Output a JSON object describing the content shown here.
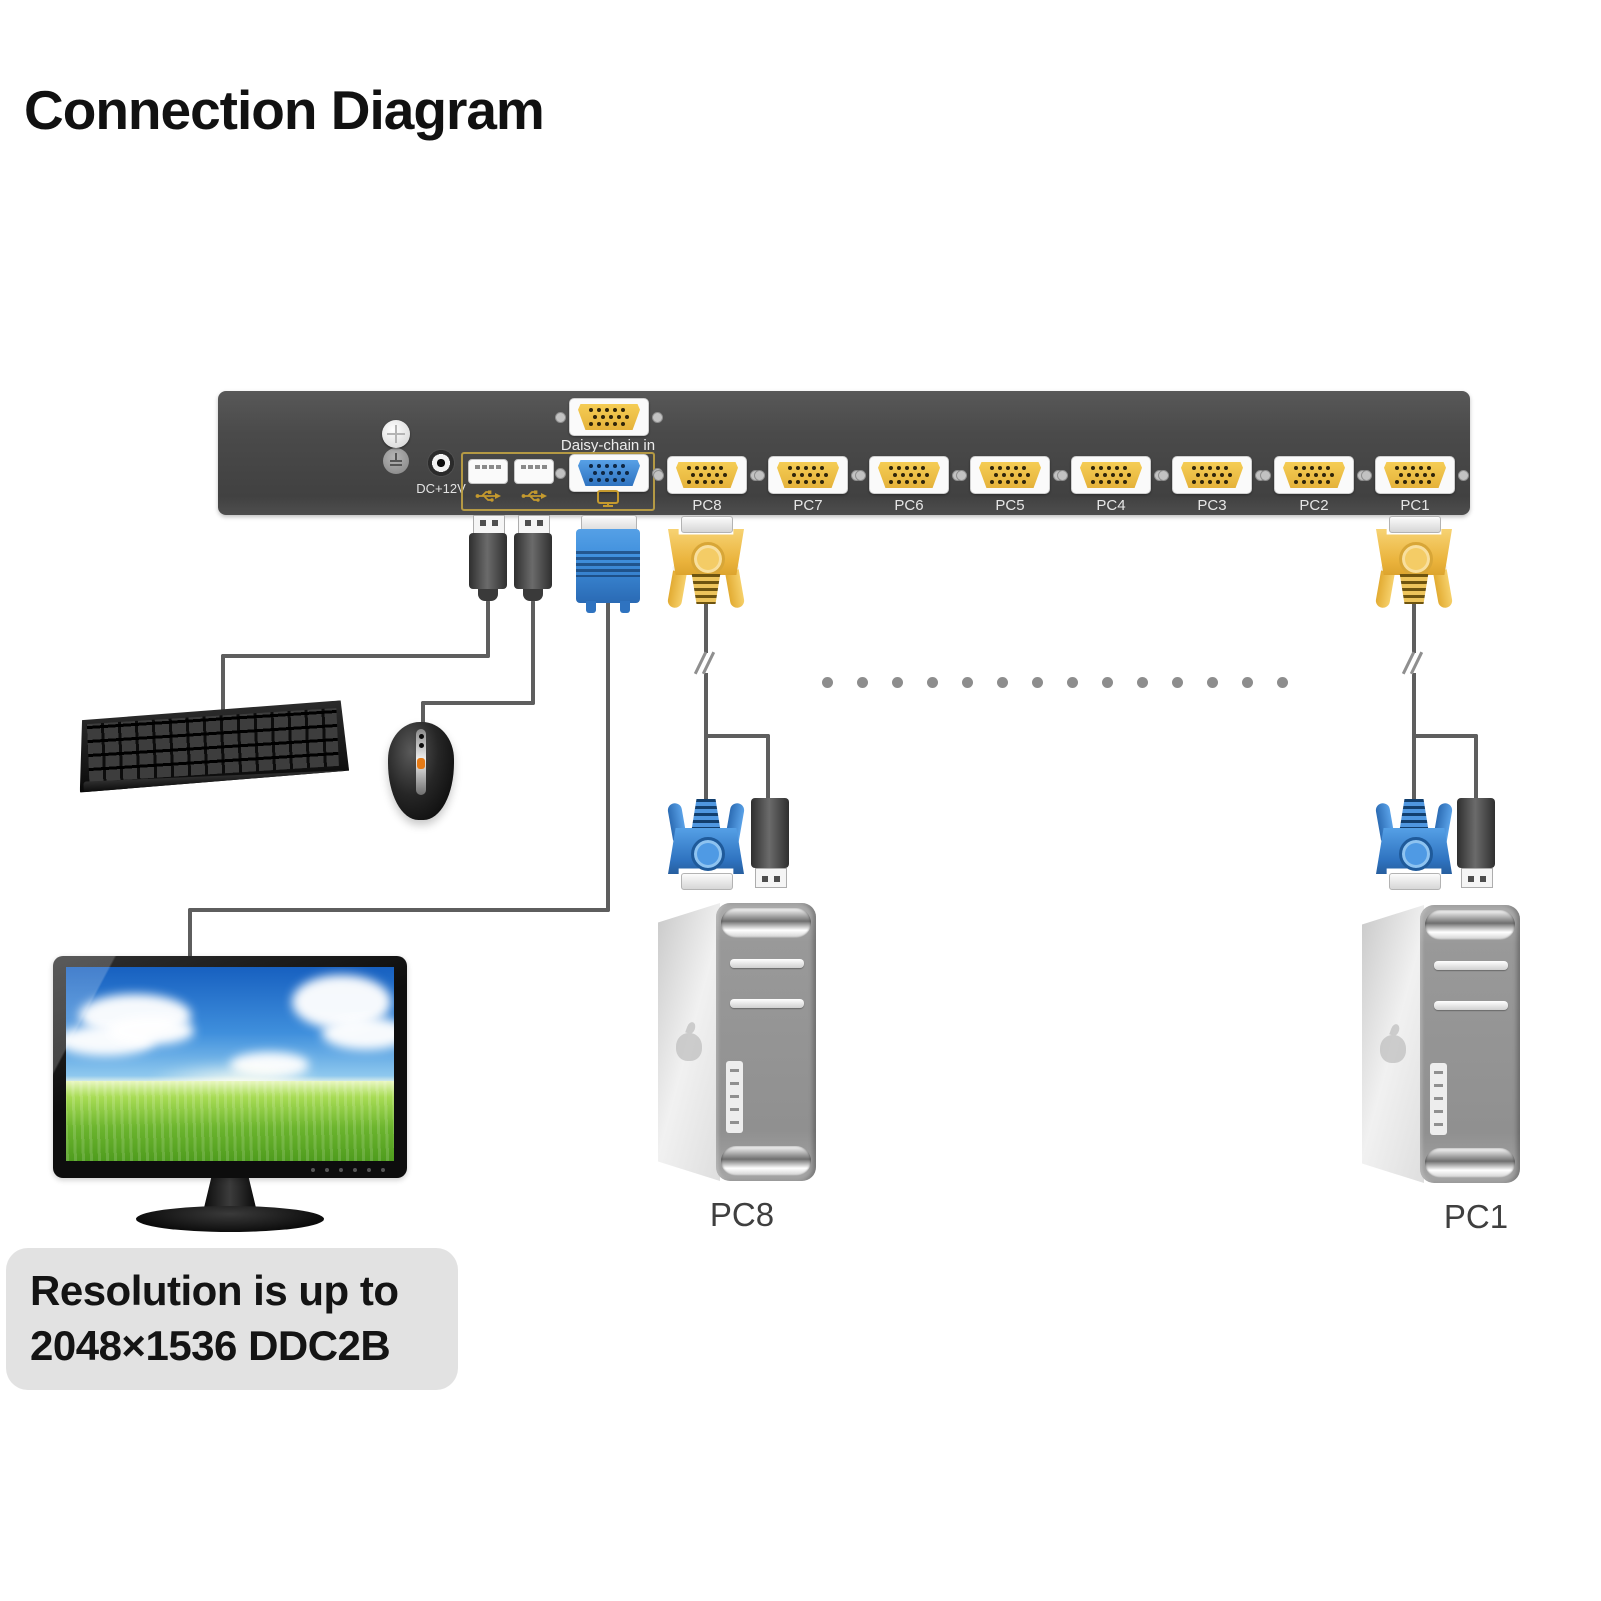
{
  "page": {
    "title": "Connection Diagram"
  },
  "kvm": {
    "dc_label": "DC+12V",
    "daisy_chain_label": "Daisy-chain in",
    "pc_ports": [
      "PC8",
      "PC7",
      "PC6",
      "PC5",
      "PC4",
      "PC3",
      "PC2",
      "PC1"
    ],
    "console_usb_port_count": 2,
    "icons": [
      "usb-icon",
      "monitor-icon",
      "ground-icon",
      "power-jack"
    ]
  },
  "computers": {
    "left_label": "PC8",
    "right_label": "PC1"
  },
  "caption": {
    "line1": "Resolution is up to",
    "line2": "2048×1536 DDC2B"
  },
  "colors": {
    "vga_yellow": "#eeb93f",
    "vga_blue": "#3f8fdc",
    "kvm_body": "#474747",
    "cable_gray": "#5e5e5e",
    "caption_bg": "#e2e2e2",
    "console_outline": "#bb9e44",
    "icon_gold": "#c59a2e"
  }
}
